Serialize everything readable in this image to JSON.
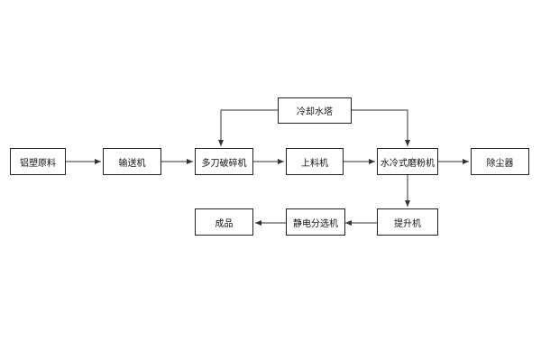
{
  "diagram": {
    "nodes": {
      "raw_material": "铝塑原料",
      "conveyor": "输送机",
      "crusher": "多刀破碎机",
      "feeder": "上料机",
      "water_mill": "水冷式磨粉机",
      "dust_remover": "除尘器",
      "cooling_tower": "冷却水塔",
      "elevator": "提升机",
      "separator": "静电分选机",
      "product": "成品"
    },
    "colors": {
      "border": "#222222",
      "line": "#333333",
      "text": "#111111"
    }
  }
}
